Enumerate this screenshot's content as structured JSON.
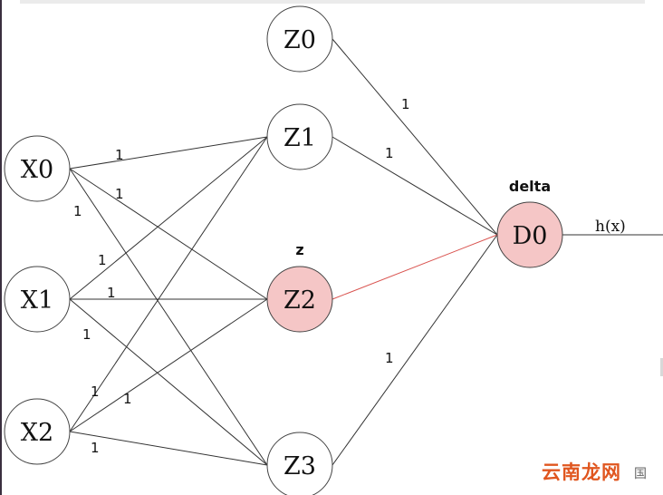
{
  "diagram": {
    "nodes": {
      "x0": "X0",
      "x1": "X1",
      "x2": "X2",
      "z0": "Z0",
      "z1": "Z1",
      "z2": "Z2",
      "z3": "Z3",
      "d0": "D0"
    },
    "labels": {
      "z_tag": "z",
      "delta_tag": "delta",
      "output": "h(x)"
    },
    "weights": {
      "x0_z1": "1",
      "x0_z2": "1",
      "x0_z3": "1",
      "x1_z1": "1",
      "x1_z2": "1",
      "x1_z3": "1",
      "x2_z1": "1",
      "x2_z2": "1",
      "x2_z3": "1",
      "z0_d0": "1",
      "z1_d0": "1",
      "z3_d0": "1"
    },
    "colors": {
      "highlight_fill": "#f5c6c6",
      "highlight_edge": "#d9534f",
      "node_stroke": "#444444",
      "edge": "#333333"
    }
  },
  "watermark": {
    "text": "云南龙网",
    "small": "国"
  }
}
